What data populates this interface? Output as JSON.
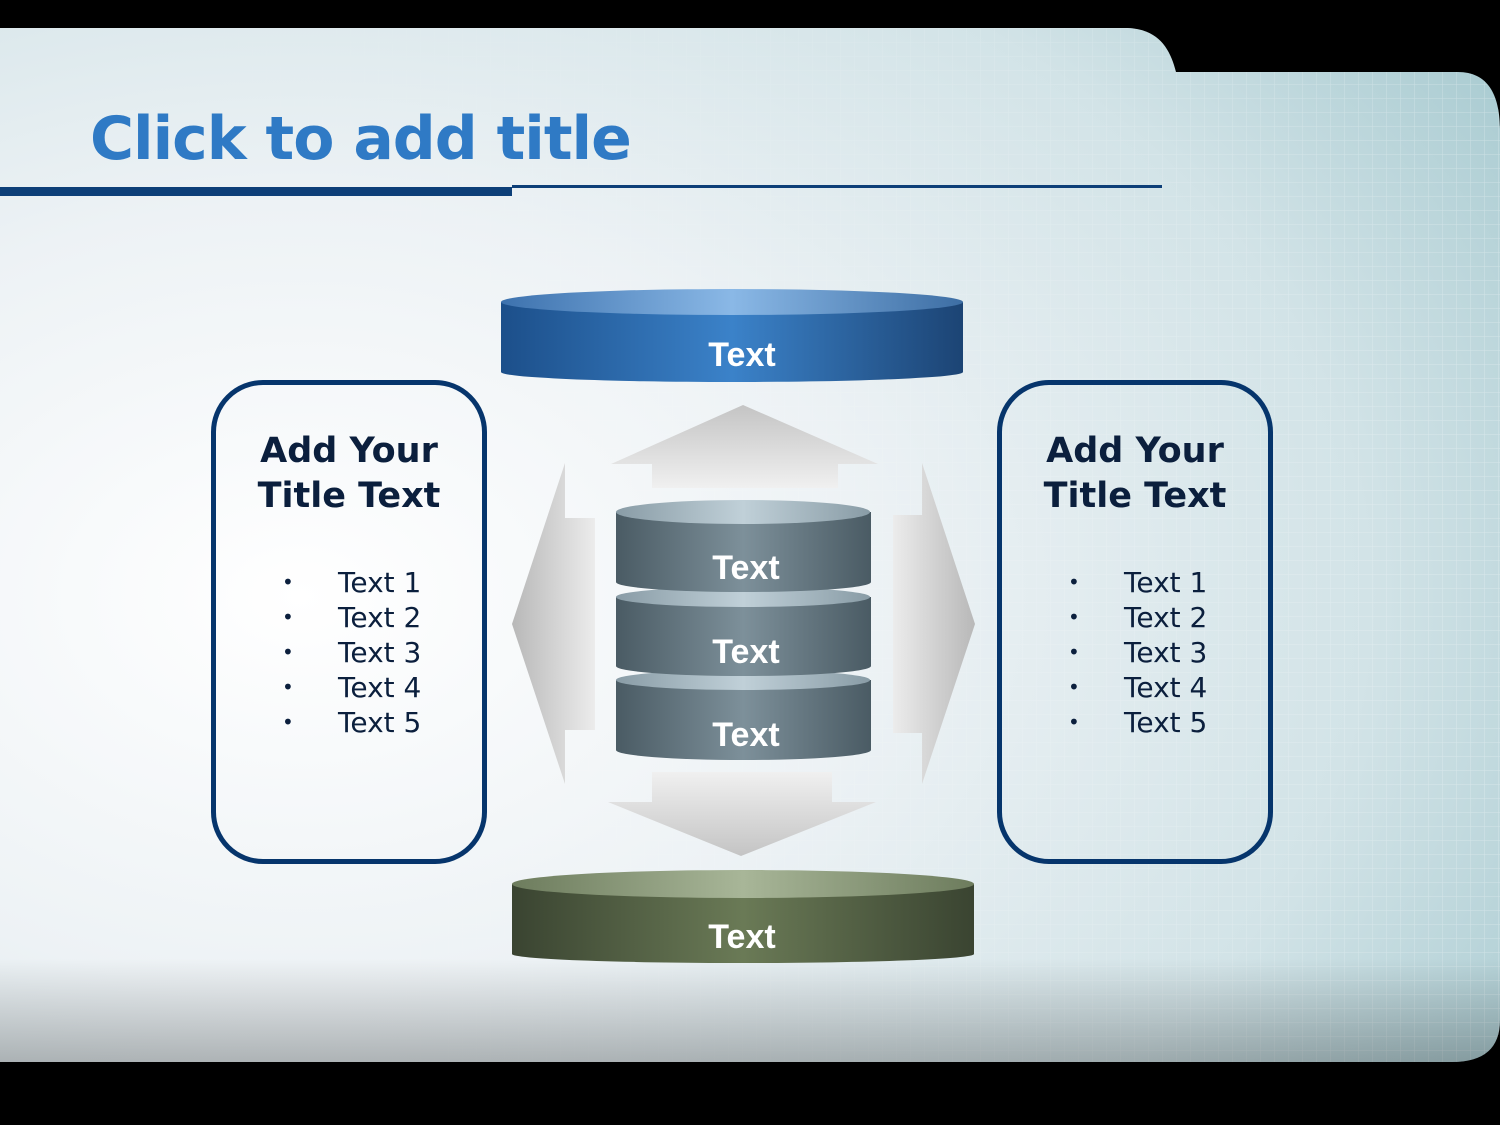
{
  "slide": {
    "title": "Click to add title"
  },
  "left_panel": {
    "title_line1": "Add Your",
    "title_line2": "Title Text",
    "items": [
      "Text 1",
      "Text 2",
      "Text 3",
      "Text 4",
      "Text 5"
    ]
  },
  "right_panel": {
    "title_line1": "Add Your",
    "title_line2": "Title Text",
    "items": [
      "Text 1",
      "Text 2",
      "Text 3",
      "Text 4",
      "Text 5"
    ]
  },
  "top_disk": {
    "label": "Text",
    "color": "#2e6db4"
  },
  "bottom_disk": {
    "label": "Text",
    "color": "#5c6a4c"
  },
  "stack": {
    "labels": [
      "Text",
      "Text",
      "Text"
    ],
    "color": "#6c7f8a"
  },
  "colors": {
    "title": "#2f7ac5",
    "accent_navy": "#0d3f78",
    "arrow": "#c8c8c8"
  }
}
